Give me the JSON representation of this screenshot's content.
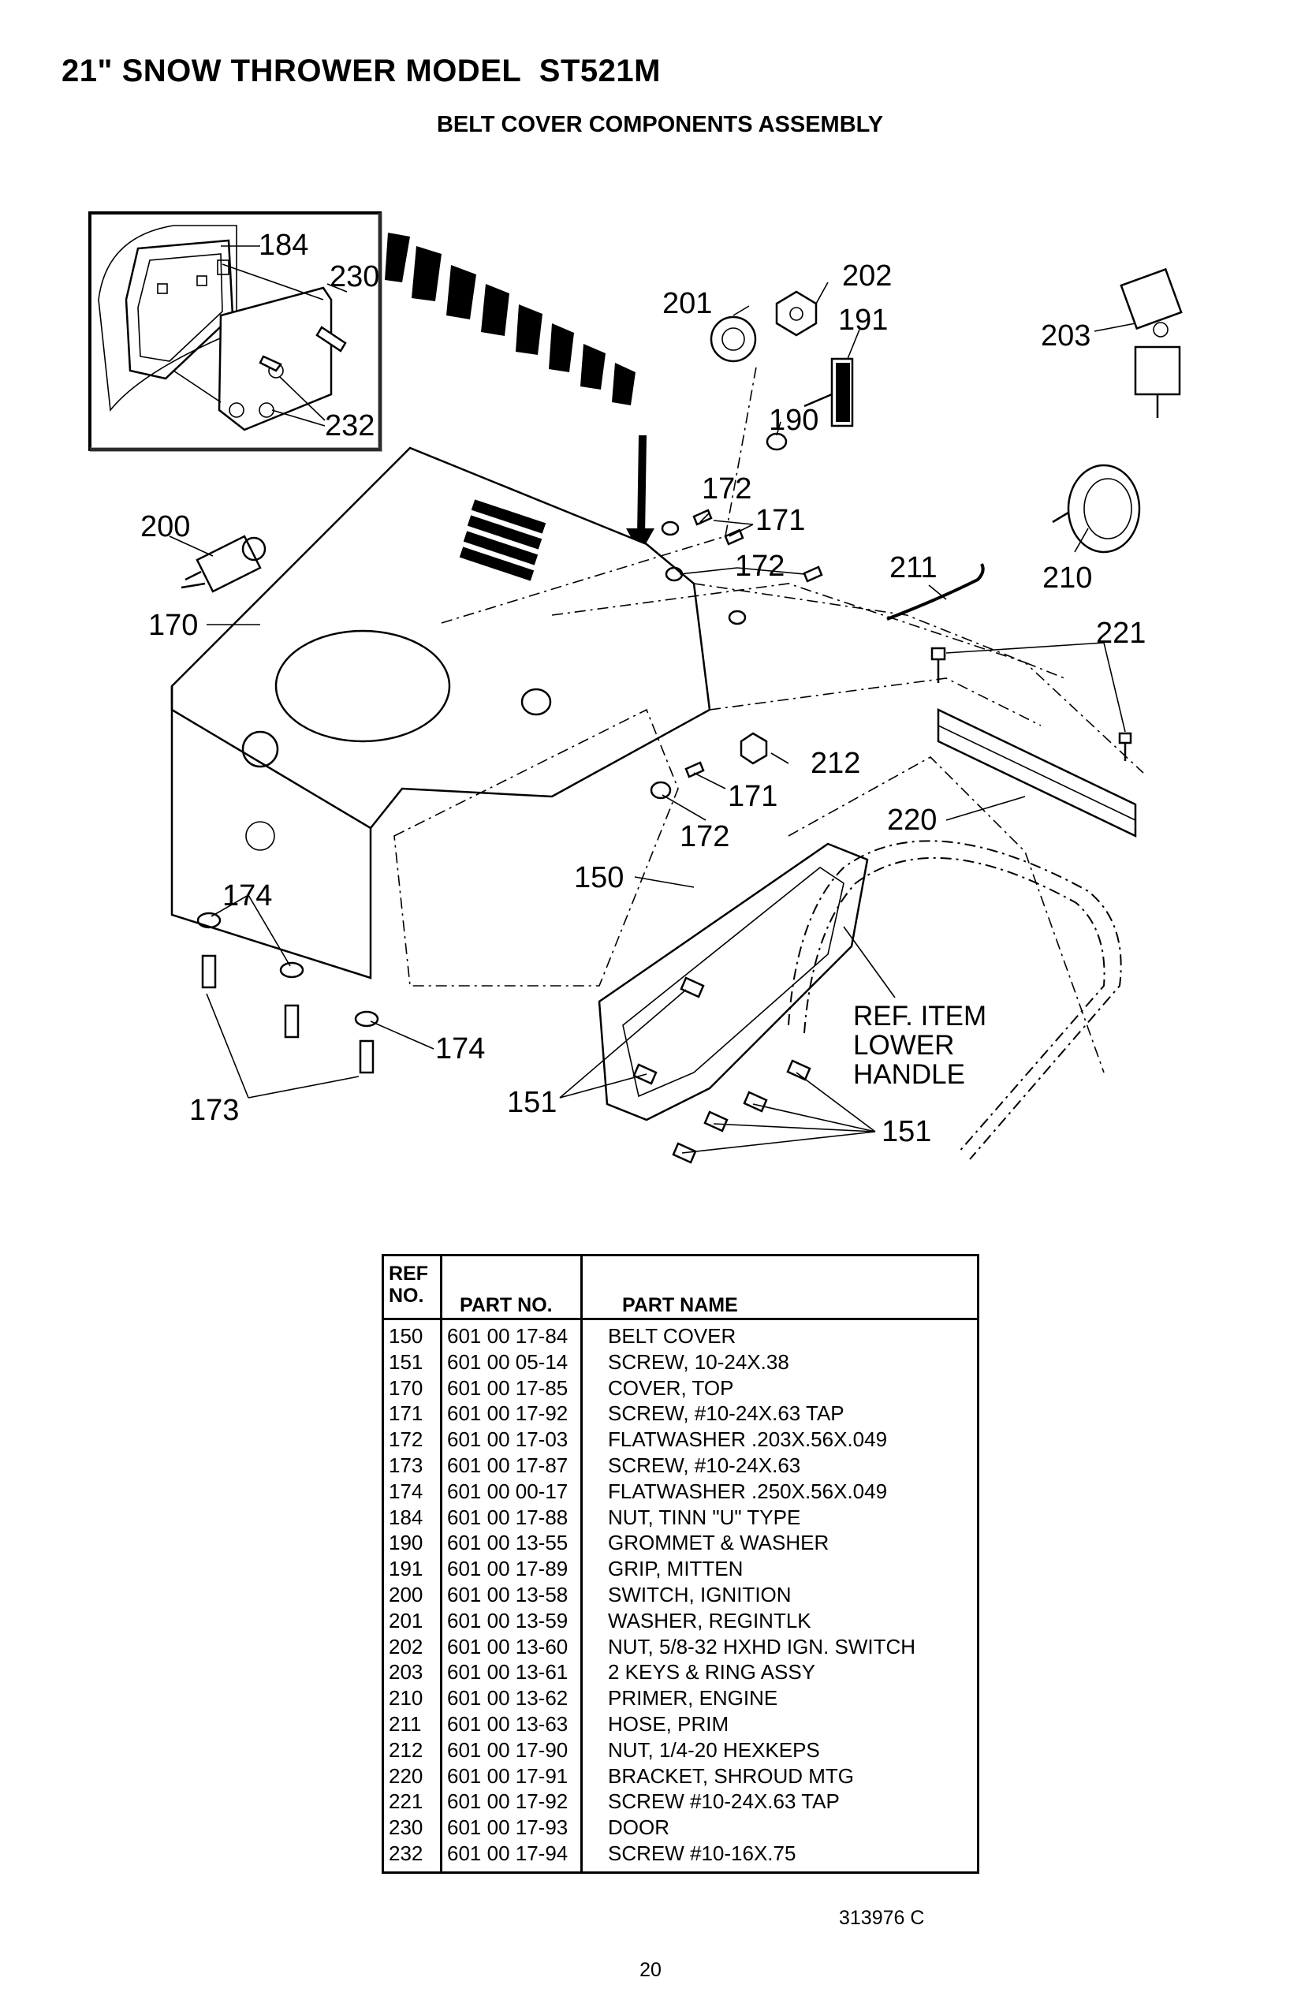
{
  "header": {
    "title": "21\" SNOW THROWER MODEL  ST521M",
    "subtitle": "BELT COVER COMPONENTS ASSEMBLY"
  },
  "diagram": {
    "callouts": {
      "c150": "150",
      "c151a": "151",
      "c151b": "151",
      "c170": "170",
      "c171a": "171",
      "c171b": "171",
      "c172a": "172",
      "c172b": "172",
      "c172c": "172",
      "c173": "173",
      "c174a": "174",
      "c174b": "174",
      "c184": "184",
      "c190": "190",
      "c191": "191",
      "c200": "200",
      "c201": "201",
      "c202": "202",
      "c203": "203",
      "c210": "210",
      "c211": "211",
      "c212": "212",
      "c220": "220",
      "c221": "221",
      "c230": "230",
      "c232": "232"
    },
    "ref_note": [
      "REF. ITEM",
      "LOWER",
      "HANDLE"
    ]
  },
  "table": {
    "headers": {
      "ref_line1": "REF",
      "ref_line2": "NO.",
      "part_no": "PART NO.",
      "part_name": "PART NAME"
    },
    "rows": [
      {
        "ref": "150",
        "part_no": "601 00 17-84",
        "name": "BELT COVER"
      },
      {
        "ref": "151",
        "part_no": "601 00 05-14",
        "name": "SCREW, 10-24X.38"
      },
      {
        "ref": "170",
        "part_no": "601 00 17-85",
        "name": "COVER, TOP"
      },
      {
        "ref": "171",
        "part_no": "601 00 17-92",
        "name": "SCREW, #10-24X.63 TAP"
      },
      {
        "ref": "172",
        "part_no": "601 00 17-03",
        "name": "FLATWASHER .203X.56X.049"
      },
      {
        "ref": "173",
        "part_no": "601 00 17-87",
        "name": "SCREW, #10-24X.63"
      },
      {
        "ref": "174",
        "part_no": "601 00 00-17",
        "name": "FLATWASHER .250X.56X.049"
      },
      {
        "ref": "184",
        "part_no": "601 00 17-88",
        "name": "NUT, TINN \"U\" TYPE"
      },
      {
        "ref": "190",
        "part_no": "601 00 13-55",
        "name": "GROMMET & WASHER"
      },
      {
        "ref": "191",
        "part_no": "601 00 17-89",
        "name": "GRIP, MITTEN"
      },
      {
        "ref": "200",
        "part_no": "601 00 13-58",
        "name": "SWITCH, IGNITION"
      },
      {
        "ref": "201",
        "part_no": "601 00 13-59",
        "name": "WASHER, REGINTLK"
      },
      {
        "ref": "202",
        "part_no": "601 00 13-60",
        "name": "NUT, 5/8-32 HXHD IGN. SWITCH"
      },
      {
        "ref": "203",
        "part_no": "601 00 13-61",
        "name": "2 KEYS & RING ASSY"
      },
      {
        "ref": "210",
        "part_no": "601 00 13-62",
        "name": "PRIMER, ENGINE"
      },
      {
        "ref": "211",
        "part_no": "601 00 13-63",
        "name": "HOSE, PRIM"
      },
      {
        "ref": "212",
        "part_no": "601 00 17-90",
        "name": "NUT, 1/4-20 HEXKEPS"
      },
      {
        "ref": "220",
        "part_no": "601 00 17-91",
        "name": "BRACKET, SHROUD MTG"
      },
      {
        "ref": "221",
        "part_no": "601 00 17-92",
        "name": "SCREW #10-24X.63 TAP"
      },
      {
        "ref": "230",
        "part_no": "601 00 17-93",
        "name": "DOOR"
      },
      {
        "ref": "232",
        "part_no": "601 00 17-94",
        "name": "SCREW #10-16X.75"
      }
    ]
  },
  "footer": {
    "doc_code": "313976 C",
    "page_number": "20"
  }
}
